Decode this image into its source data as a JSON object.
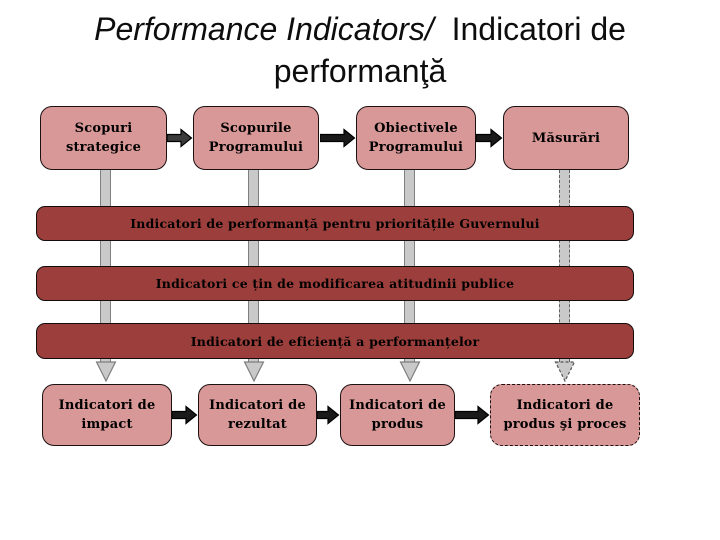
{
  "slide": {
    "title": {
      "english_italic": "Performance Indicators/",
      "romanian_line1": "Indicatori de",
      "romanian_line2": "performanţă"
    },
    "top_row": [
      {
        "label": "Scopuri strategice"
      },
      {
        "label": "Scopurile Programului"
      },
      {
        "label": "Obiectivele Programului"
      },
      {
        "label": "Măsurări"
      }
    ],
    "bars": [
      {
        "label": "Indicatori de performanță pentru prioritățile Guvernului"
      },
      {
        "label": "Indicatori ce țin de modificarea atitudinii publice"
      },
      {
        "label": "Indicatori de eficiență a performanțelor"
      }
    ],
    "bottom_row": [
      {
        "label": "Indicatori de impact"
      },
      {
        "label": "Indicatori de rezultat"
      },
      {
        "label": "Indicatori de produs"
      },
      {
        "label": "Indicatori de produs şi proces",
        "border": "dashed"
      }
    ],
    "colors": {
      "box_fill": "#d89897",
      "bar_fill": "#9c3f3c",
      "box_border": "#1c1010",
      "arrow_fill": "#2f2f2f",
      "connector_fill": "#c9c9c9",
      "connector_border": "#7f7f7f",
      "title_text": "#0d0d0d",
      "body_text": "#000000"
    }
  }
}
